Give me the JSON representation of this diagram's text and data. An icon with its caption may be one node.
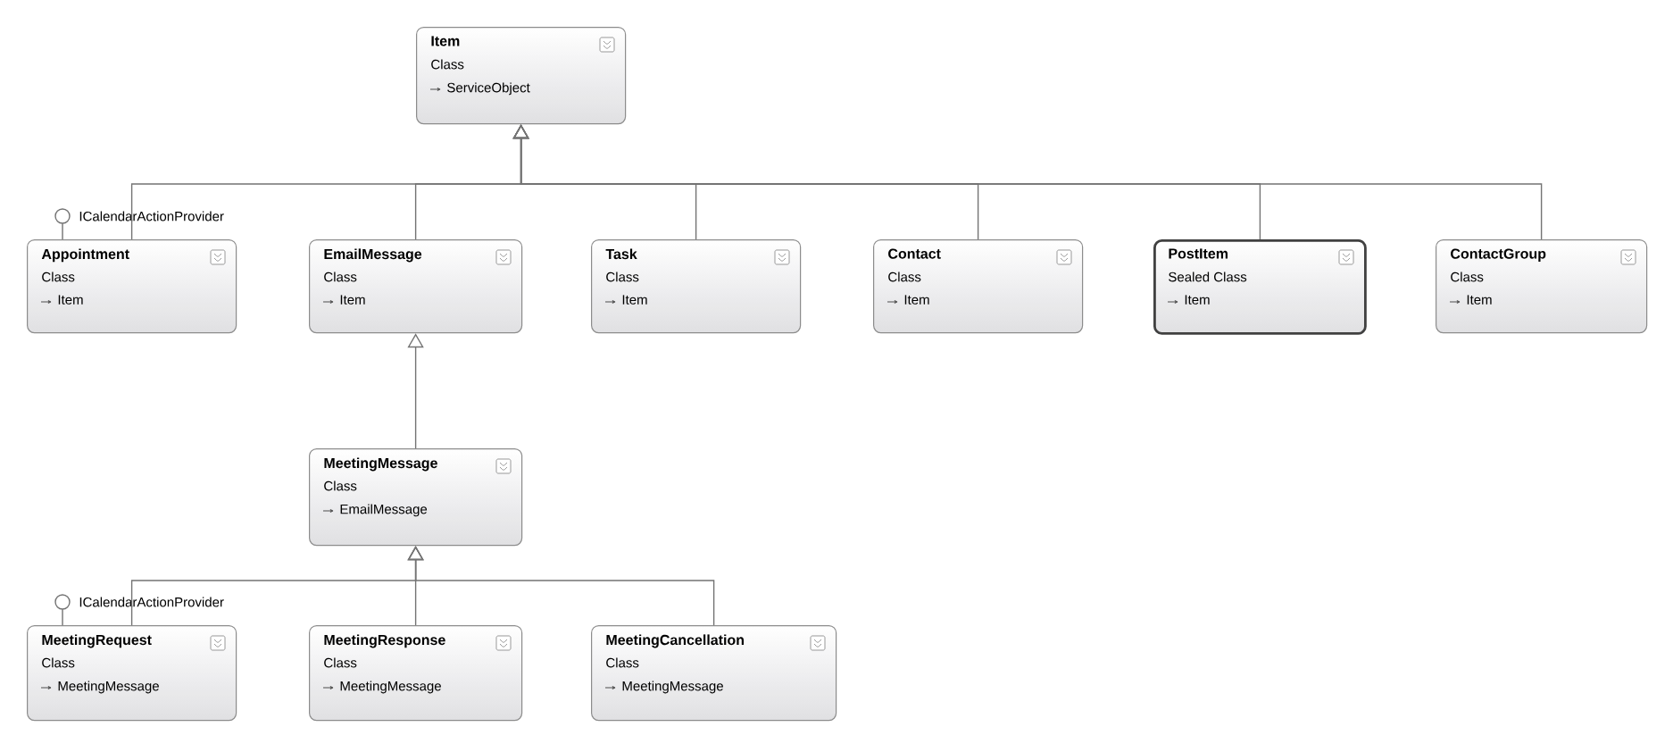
{
  "diagram": {
    "nodes": [
      {
        "text": [
          "Item",
          "Class",
          "ServiceObject"
        ]
      },
      {
        "text": [
          "Appointment",
          "Class",
          "Item"
        ],
        "beside": [
          "ICalendarActionProvider"
        ]
      },
      {
        "text": [
          "EmailMessage",
          "Class",
          "Item"
        ]
      },
      {
        "text": [
          "Task",
          "Class",
          "Item"
        ]
      },
      {
        "text": [
          "Contact",
          "Class",
          "Item"
        ]
      },
      {
        "text": [
          "PostItem",
          "Sealed Class",
          "Item"
        ]
      },
      {
        "text": [
          "ContactGroup",
          "Class",
          "Item"
        ]
      },
      {
        "text": [
          "MeetingMessage",
          "Class",
          "EmailMessage"
        ]
      },
      {
        "text": [
          "MeetingRequest",
          "Class",
          "MeetingMessage"
        ],
        "beside": [
          "ICalendarActionProvider"
        ]
      },
      {
        "text": [
          "MeetingResponse",
          "Class",
          "MeetingMessage"
        ]
      },
      {
        "text": [
          "MeetingCancellation",
          "Class",
          "MeetingMessage"
        ]
      }
    ],
    "edges": [
      {
        "from": 1,
        "to": 0,
        "arrow": "to"
      },
      {
        "from": 2,
        "to": 0,
        "arrow": "to"
      },
      {
        "from": 3,
        "to": 0,
        "arrow": "to"
      },
      {
        "from": 4,
        "to": 0,
        "arrow": "to"
      },
      {
        "from": 5,
        "to": 0,
        "arrow": "to"
      },
      {
        "from": 6,
        "to": 0,
        "arrow": "to"
      },
      {
        "from": 7,
        "to": 2,
        "arrow": "to"
      },
      {
        "from": 8,
        "to": 7,
        "arrow": "to"
      },
      {
        "from": 9,
        "to": 7,
        "arrow": "to"
      },
      {
        "from": 10,
        "to": 7,
        "arrow": "to"
      }
    ]
  }
}
